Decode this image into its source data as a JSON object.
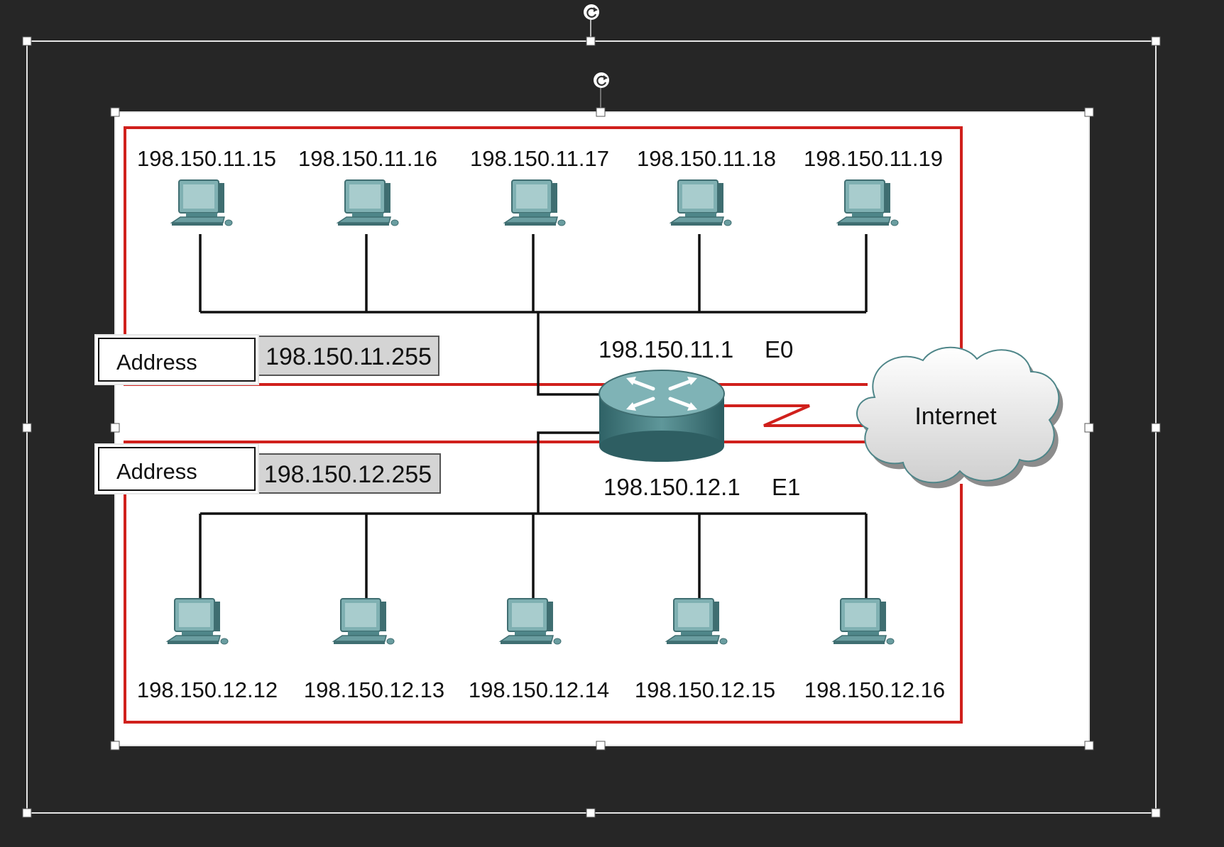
{
  "colors": {
    "canvas_background": "#262626",
    "slide_background": "#ffffff",
    "network_border": "#d0201c",
    "cable": "#111111",
    "host_teal": "#6a9da0",
    "router_teal": "#4f8689",
    "broadcast_box": "#d4d4d4",
    "selection": "#e6e6e6"
  },
  "network_top": {
    "hosts": [
      "198.150.11.15",
      "198.150.11.16",
      "198.150.11.17",
      "198.150.11.18",
      "198.150.11.19"
    ],
    "broadcast_address": "198.150.11.255"
  },
  "network_bottom": {
    "hosts": [
      "198.150.12.12",
      "198.150.12.13",
      "198.150.12.14",
      "198.150.12.15",
      "198.150.12.16"
    ],
    "broadcast_address": "198.150.12.255"
  },
  "router": {
    "interface_e0_ip": "198.150.11.1",
    "interface_e0_name": "E0",
    "interface_e1_ip": "198.150.12.1",
    "interface_e1_name": "E1",
    "icon": "router-icon"
  },
  "cloud": {
    "label": "Internet",
    "icon": "cloud-icon"
  },
  "callouts": {
    "top": "Address",
    "bottom": "Address"
  },
  "icons": {
    "host": "computer-icon",
    "rotate": "rotate-handle-icon"
  }
}
